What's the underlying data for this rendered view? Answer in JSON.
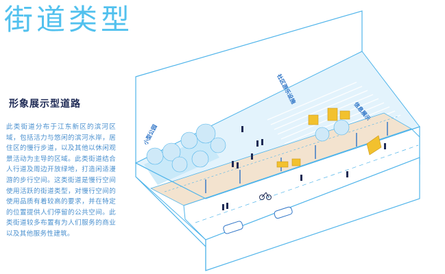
{
  "header": {
    "title": "街道类型"
  },
  "section": {
    "subtitle": "形象展示型道路",
    "description": "此类街道分布于江东新区的滨河区域，包括活力与悠闲的滨河水岸，居住区的慢行步道，以及其他以休闲观景活动为主导的区域。此类街道结合人行道及周边开放绿地，打造闲适漫游的步行空间。这类街道是慢行空间使用活跃的街道类型，对慢行空间的使用品质有着较高的要求，并在特定的位置提供人们停留的公共空间。此类街道较多布置有为人们服务的商业以及其他服务性建筑。"
  },
  "diagram": {
    "labels": {
      "park": "小型公园",
      "facility": "社区游乐设施",
      "board": "信息展示"
    },
    "colors": {
      "outline": "#4fb4ea",
      "water_light": "#e3f3fc",
      "water_deep": "#c2e6f8",
      "path": "#f3e3cf",
      "accent_yellow": "#f2c12e",
      "label": "#2d73c6"
    }
  }
}
